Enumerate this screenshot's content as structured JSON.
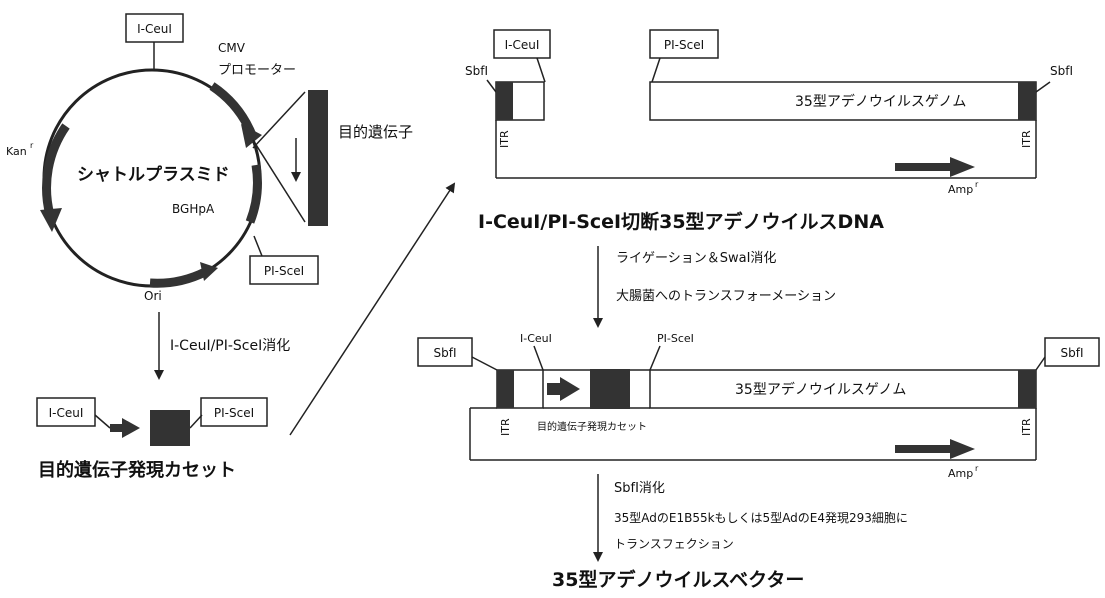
{
  "left": {
    "box_iceul_top": "I-CeuI",
    "cmv_line1": "CMV",
    "cmv_line2": "プロモーター",
    "gene_label": "目的遺伝子",
    "kan": "Kan",
    "kan_sup": "r",
    "plasmid_name": "シャトルプラスミド",
    "bghpa": "BGHpA",
    "box_pisce_right": "PI-SceI",
    "ori": "Ori",
    "digest_label": "I-CeuI/PI-SceI消化",
    "cassette_box_iceul": "I-CeuI",
    "cassette_box_pisce": "PI-SceI",
    "cassette_title": "目的遺伝子発現カセット"
  },
  "right_top": {
    "box_iceul": "I-CeuI",
    "box_pisce": "PI-SceI",
    "sbf_left": "SbfI",
    "sbf_right": "SbfI",
    "genome": "35型アデノウイルスゲノム",
    "itr_left": "ITR",
    "itr_right": "ITR",
    "amp": "Amp",
    "amp_sup": "r",
    "title": "I-CeuI/PI-SceI切断35型アデノウイルスDNA"
  },
  "steps1": {
    "line1": "ライゲーション＆SwaI消化",
    "line2": "大腸菌へのトランスフォーメーション"
  },
  "right_bottom": {
    "box_sbf_left": "SbfI",
    "box_sbf_right": "SbfI",
    "iceul": "I-CeuI",
    "pisce": "PI-SceI",
    "genome": "35型アデノウイルスゲノム",
    "itr_left": "ITR",
    "itr_right": "ITR",
    "cassette": "目的遺伝子発現カセット",
    "amp": "Amp",
    "amp_sup": "r"
  },
  "steps2": {
    "line1": "SbfI消化",
    "line2": "35型AdのE1B55kもしくは5型AdのE4発現293細胞に",
    "line3": "トランスフェクション"
  },
  "final_title": "35型アデノウイルスベクター"
}
